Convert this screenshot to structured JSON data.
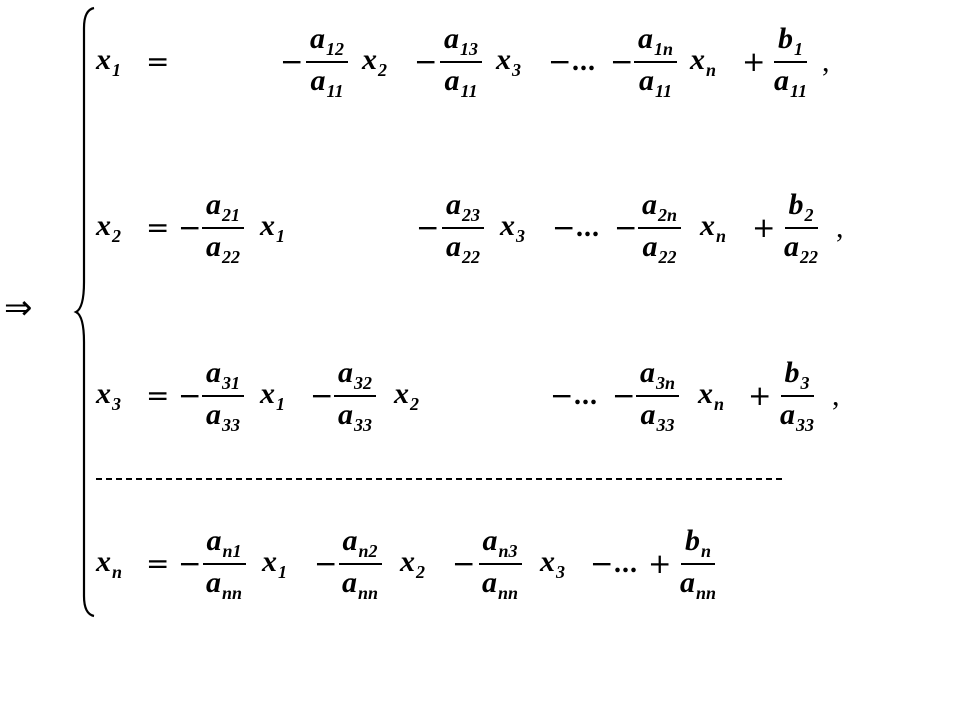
{
  "implies_symbol": "⇒",
  "equations": [
    {
      "lhs": {
        "v": "x",
        "s": "1"
      },
      "eq": "=",
      "terms": [
        {
          "sign": "−",
          "num": {
            "v": "a",
            "s": "12"
          },
          "den": {
            "v": "a",
            "s": "11"
          },
          "var": {
            "v": "x",
            "s": "2"
          }
        },
        {
          "sign": "−",
          "num": {
            "v": "a",
            "s": "13"
          },
          "den": {
            "v": "a",
            "s": "11"
          },
          "var": {
            "v": "x",
            "s": "3"
          }
        },
        {
          "sign": "−",
          "dots": "...",
          "sign2": "−",
          "num": {
            "v": "a",
            "s": "1n"
          },
          "den": {
            "v": "a",
            "s": "11"
          },
          "var": {
            "v": "x",
            "s": "n"
          }
        },
        {
          "sign": "+",
          "num": {
            "v": "b",
            "s": "1"
          },
          "den": {
            "v": "a",
            "s": "11"
          },
          "tail": ","
        }
      ]
    },
    {
      "lhs": {
        "v": "x",
        "s": "2"
      },
      "eq": "=",
      "terms": [
        {
          "sign": "−",
          "num": {
            "v": "a",
            "s": "21"
          },
          "den": {
            "v": "a",
            "s": "22"
          },
          "var": {
            "v": "x",
            "s": "1"
          }
        },
        {
          "sign": "−",
          "num": {
            "v": "a",
            "s": "23"
          },
          "den": {
            "v": "a",
            "s": "22"
          },
          "var": {
            "v": "x",
            "s": "3"
          }
        },
        {
          "sign": "−",
          "dots": "...",
          "sign2": "−",
          "num": {
            "v": "a",
            "s": "2n"
          },
          "den": {
            "v": "a",
            "s": "22"
          },
          "var": {
            "v": "x",
            "s": "n"
          }
        },
        {
          "sign": "+",
          "num": {
            "v": "b",
            "s": "2"
          },
          "den": {
            "v": "a",
            "s": "22"
          },
          "tail": ","
        }
      ]
    },
    {
      "lhs": {
        "v": "x",
        "s": "3"
      },
      "eq": "=",
      "terms": [
        {
          "sign": "−",
          "num": {
            "v": "a",
            "s": "31"
          },
          "den": {
            "v": "a",
            "s": "33"
          },
          "var": {
            "v": "x",
            "s": "1"
          }
        },
        {
          "sign": "−",
          "num": {
            "v": "a",
            "s": "32"
          },
          "den": {
            "v": "a",
            "s": "33"
          },
          "var": {
            "v": "x",
            "s": "2"
          }
        },
        {
          "sign": "−",
          "dots": "...",
          "sign2": "−",
          "num": {
            "v": "a",
            "s": "3n"
          },
          "den": {
            "v": "a",
            "s": "33"
          },
          "var": {
            "v": "x",
            "s": "n"
          }
        },
        {
          "sign": "+",
          "num": {
            "v": "b",
            "s": "3"
          },
          "den": {
            "v": "a",
            "s": "33"
          },
          "tail": ","
        }
      ]
    },
    {
      "lhs": {
        "v": "x",
        "s": "n"
      },
      "eq": "=",
      "terms": [
        {
          "sign": "−",
          "num": {
            "v": "a",
            "s": "n1"
          },
          "den": {
            "v": "a",
            "s": "nn"
          },
          "var": {
            "v": "x",
            "s": "1"
          }
        },
        {
          "sign": "−",
          "num": {
            "v": "a",
            "s": "n2"
          },
          "den": {
            "v": "a",
            "s": "nn"
          },
          "var": {
            "v": "x",
            "s": "2"
          }
        },
        {
          "sign": "−",
          "num": {
            "v": "a",
            "s": "n3"
          },
          "den": {
            "v": "a",
            "s": "nn"
          },
          "var": {
            "v": "x",
            "s": "3"
          }
        },
        {
          "sign": "−",
          "dots": "...",
          "sign2": "+",
          "num": {
            "v": "b",
            "s": "n"
          },
          "den": {
            "v": "a",
            "s": "nn"
          }
        }
      ]
    }
  ]
}
